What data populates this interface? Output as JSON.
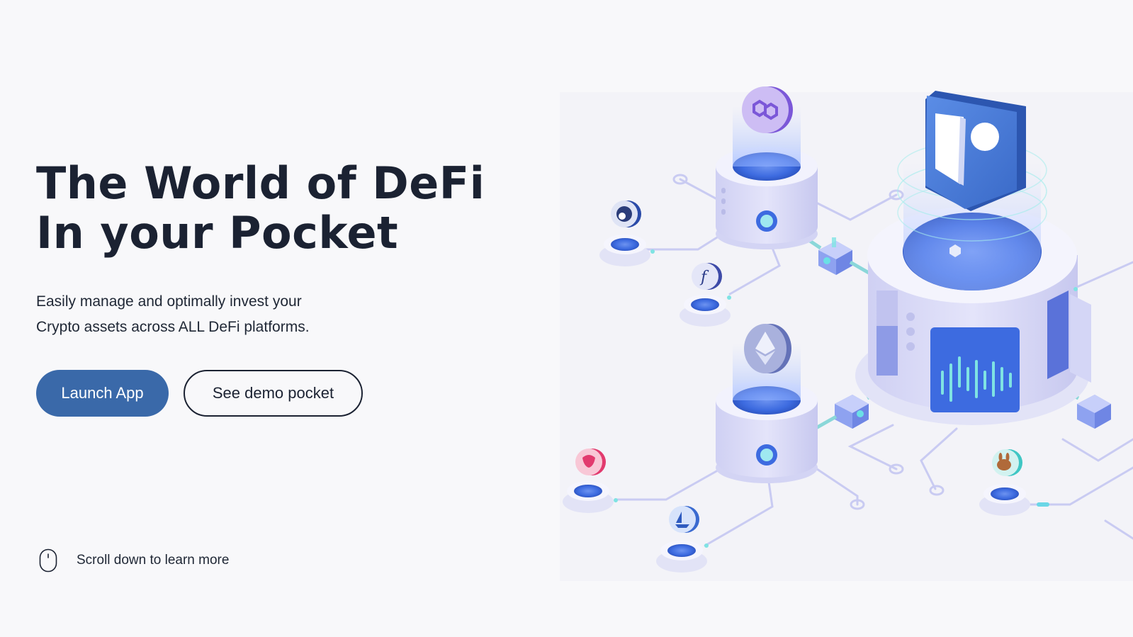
{
  "hero": {
    "title_line1": "The World of DeFi",
    "title_line2": "In your Pocket",
    "subtitle_line1": "Easily manage and optimally invest your",
    "subtitle_line2": "Crypto assets across ALL DeFi platforms."
  },
  "actions": {
    "launch_label": "Launch App",
    "demo_label": "See demo pocket"
  },
  "scroll_hint": {
    "label": "Scroll down to learn more",
    "icon": "mouse-icon"
  },
  "illustration": {
    "icons": [
      "polygon-token-icon",
      "ethereum-token-icon",
      "pocket-shield-logo-icon",
      "eye-token-icon",
      "f-token-icon",
      "tiger-token-icon",
      "boat-token-icon",
      "pancake-token-icon"
    ]
  },
  "colors": {
    "background": "#f8f8fa",
    "heading": "#1b2232",
    "primary_button": "#3a69a9",
    "accent_blue": "#3d6be0",
    "platform_lavender": "#dcdcf7"
  }
}
